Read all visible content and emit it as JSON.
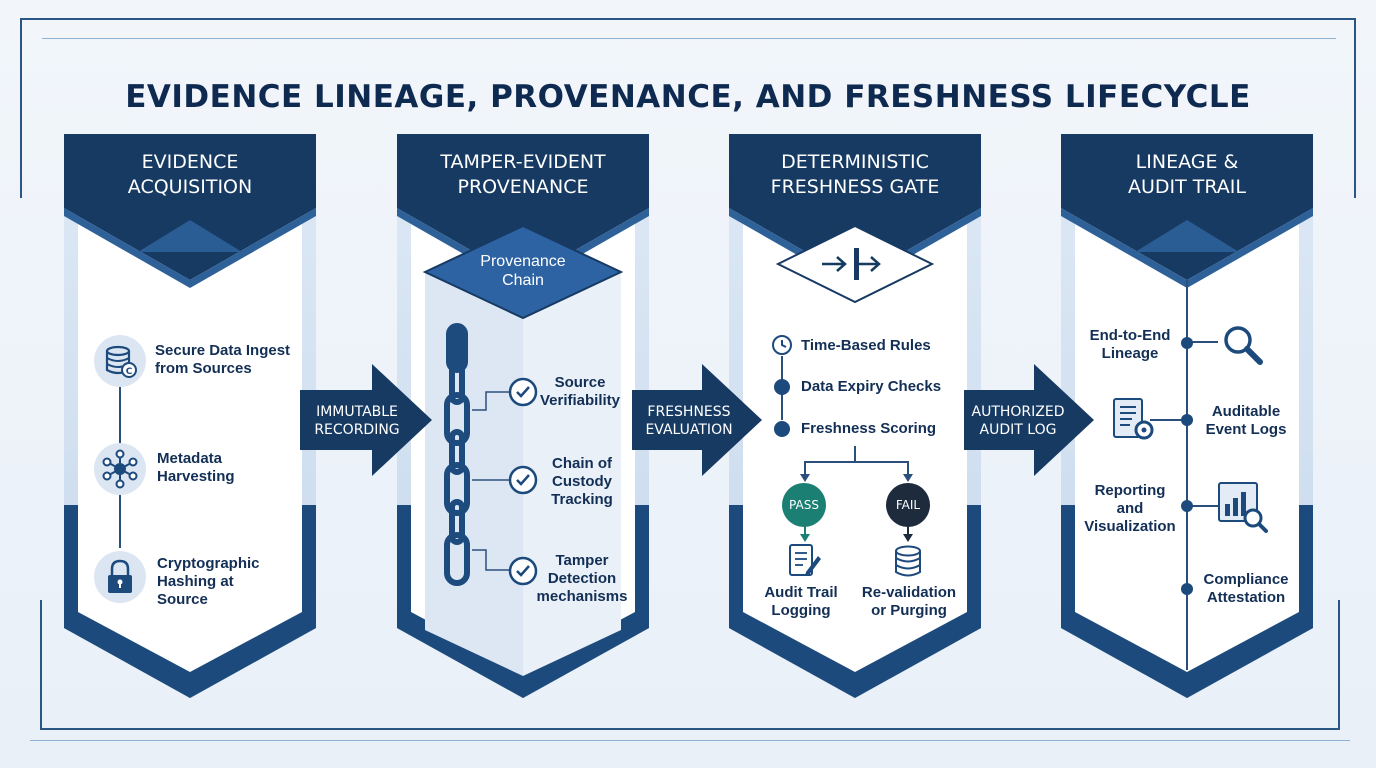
{
  "title": "EVIDENCE LINEAGE, PROVENANCE, AND FRESHNESS LIFECYCLE",
  "columns": [
    {
      "title_line1": "EVIDENCE",
      "title_line2": "ACQUISITION",
      "items": [
        {
          "line1": "Secure Data Ingest",
          "line2": "from Sources",
          "icon": "database-icon"
        },
        {
          "line1": "Metadata",
          "line2": "Harvesting",
          "icon": "network-hub-icon"
        },
        {
          "line1": "Cryptographic",
          "line2": "Hashing at",
          "line3": "Source",
          "icon": "padlock-icon"
        }
      ]
    },
    {
      "title_line1": "TAMPER-EVIDENT",
      "title_line2": "PROVENANCE",
      "badge_line1": "Provenance",
      "badge_line2": "Chain",
      "items": [
        {
          "line1": "Source",
          "line2": "Verifiability",
          "icon": "check-circle-icon"
        },
        {
          "line1": "Chain of",
          "line2": "Custody",
          "line3": "Tracking",
          "icon": "check-circle-icon"
        },
        {
          "line1": "Tamper",
          "line2": "Detection",
          "line3": "mechanisms",
          "icon": "check-circle-icon"
        }
      ]
    },
    {
      "title_line1": "DETERMINISTIC",
      "title_line2": "FRESHNESS GATE",
      "items": [
        {
          "label": "Time-Based Rules",
          "icon": "clock-icon"
        },
        {
          "label": "Data Expiry Checks",
          "icon": "dot-icon"
        },
        {
          "label": "Freshness Scoring",
          "icon": "dot-icon"
        }
      ],
      "pass_label": "PASS",
      "fail_label": "FAIL",
      "pass_outcome_line1": "Audit Trail",
      "pass_outcome_line2": "Logging",
      "fail_outcome_line1": "Re-validation",
      "fail_outcome_line2": "or Purging"
    },
    {
      "title_line1": "LINEAGE &",
      "title_line2": "AUDIT TRAIL",
      "items": [
        {
          "line1": "End-to-End",
          "line2": "Lineage",
          "icon": "magnifier-icon"
        },
        {
          "line1": "Auditable",
          "line2": "Event Logs",
          "icon": "document-gear-icon"
        },
        {
          "line1": "Reporting",
          "line2": "and",
          "line3": "Visualization",
          "icon": "chart-magnifier-icon"
        },
        {
          "line1": "Compliance",
          "line2": "Attestation",
          "icon": "dot-icon"
        }
      ]
    }
  ],
  "arrows": [
    {
      "line1": "IMMUTABLE",
      "line2": "RECORDING"
    },
    {
      "line1": "FRESHNESS",
      "line2": "EVALUATION"
    },
    {
      "line1": "AUTHORIZED",
      "line2": "AUDIT LOG"
    }
  ],
  "colors": {
    "navy": "#173a63",
    "mid_blue": "#2f5f93",
    "light_blue": "#cfdeef",
    "teal": "#1c7f73",
    "dark": "#1e2b3c"
  }
}
